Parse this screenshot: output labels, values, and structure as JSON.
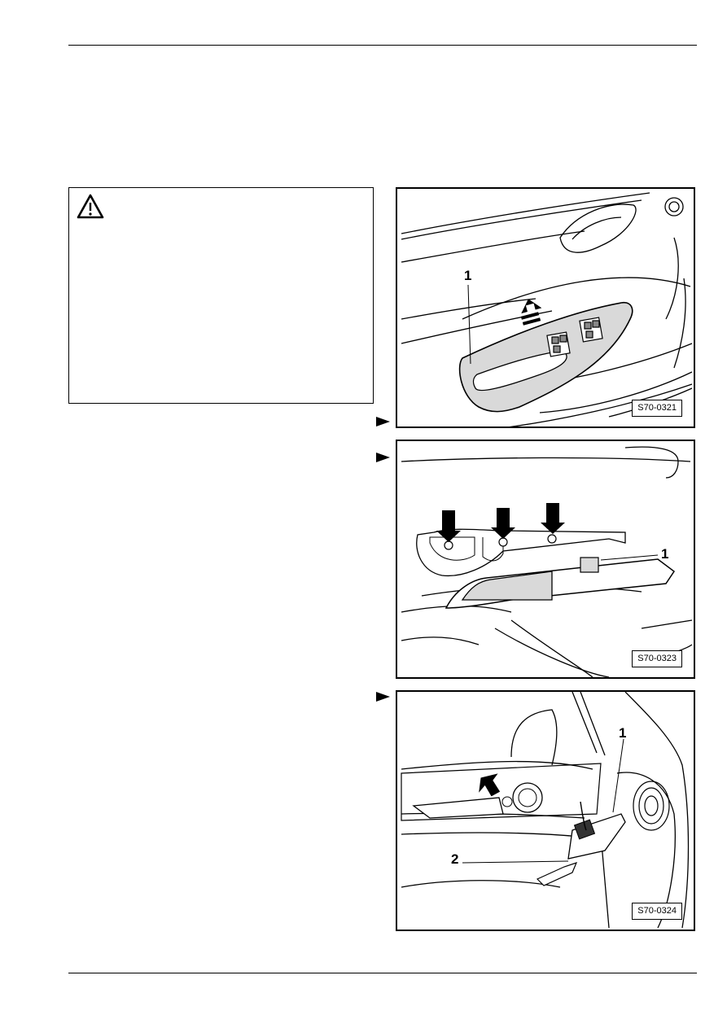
{
  "warning": {
    "icon": "warning-triangle-icon"
  },
  "figures": [
    {
      "label": "S70-0321",
      "callouts": [
        "1"
      ],
      "pointer_icon": "pointer-arrow-icon"
    },
    {
      "label": "S70-0323",
      "callouts": [
        "1"
      ],
      "pointer_icon": "pointer-arrow-icon"
    },
    {
      "label": "S70-0324",
      "callouts": [
        "1",
        "2"
      ],
      "pointer_icon": "pointer-arrow-icon"
    }
  ]
}
